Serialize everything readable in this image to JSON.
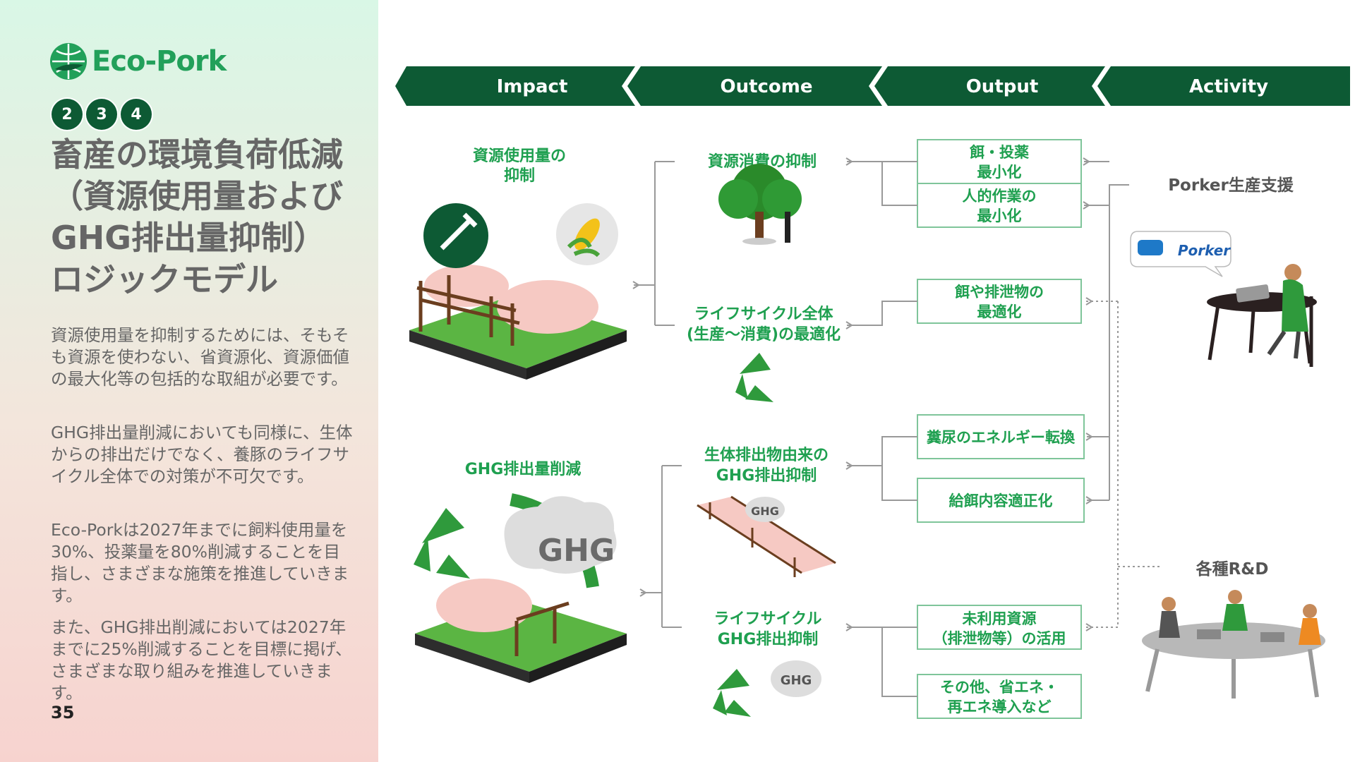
{
  "brand": {
    "name": "Eco-Pork",
    "color": "#22a05a",
    "dark": "#0d5a34"
  },
  "badges": [
    "2",
    "3",
    "4"
  ],
  "title": "畜産の環境負荷低減\n（資源使用量および\nGHG排出量抑制）\nロジックモデル",
  "paragraphs": [
    "資源使用量を抑制するためには、そもそも資源を使わない、省資源化、資源価値の最大化等の包括的な取組が必要です。",
    "GHG排出量削減においても同様に、生体からの排出だけでなく、養豚のライフサイクル全体での対策が不可欠です。",
    "Eco-Porkは2027年までに飼料使用量を30%、投薬量を80%削減することを目指し、さまざまな施策を推進していきます。",
    "また、GHG排出削減においては2027年までに25%削減することを目標に掲げ、さまざまな取り組みを推進していきます。"
  ],
  "page_number": "35",
  "headers": [
    "Impact",
    "Outcome",
    "Output",
    "Activity"
  ],
  "impacts": [
    {
      "label_lines": [
        "資源使用量の",
        "抑制"
      ]
    },
    {
      "label_lines": [
        "GHG排出量削減"
      ],
      "cloud_text": "GHG"
    }
  ],
  "outcomes": [
    {
      "label_lines": [
        "資源消費の抑制"
      ]
    },
    {
      "label_lines": [
        "ライフサイクル全体",
        "(生産～消費)の最適化"
      ]
    },
    {
      "label_lines": [
        "生体排出物由来の",
        "GHG排出抑制"
      ],
      "cloud_text": "GHG"
    },
    {
      "label_lines": [
        "ライフサイクル",
        "GHG排出抑制"
      ],
      "cloud_text": "GHG"
    }
  ],
  "outputs": [
    {
      "lines": [
        "餌・投薬",
        "最小化"
      ]
    },
    {
      "lines": [
        "人的作業の",
        "最小化"
      ]
    },
    {
      "lines": [
        "餌や排泄物の",
        "最適化"
      ]
    },
    {
      "lines": [
        "糞尿のエネルギー転換"
      ]
    },
    {
      "lines": [
        "給餌内容適正化"
      ]
    },
    {
      "lines": [
        "未利用資源",
        "（排泄物等）の活用"
      ]
    },
    {
      "lines": [
        "その他、省エネ・",
        "再エネ導入など"
      ]
    }
  ],
  "activities": [
    {
      "label": "Porker生産支援",
      "app_name": "Porker"
    },
    {
      "label": "各種R&D"
    }
  ],
  "colors": {
    "header": "#0d5a34",
    "box_border": "#7fc59a",
    "arrow": "#999999",
    "grass": "#4ea637",
    "pig": "#f6c9c3"
  }
}
